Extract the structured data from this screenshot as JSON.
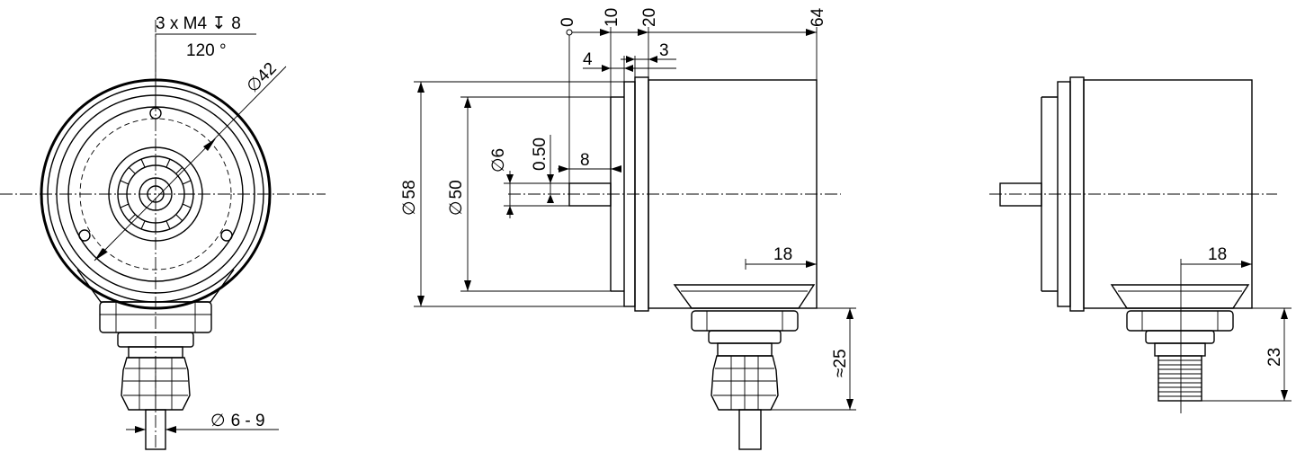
{
  "front_view": {
    "hole_spec": "3 x M4 ",
    "depth_symbol": "↧",
    "hole_depth": "8",
    "hole_angle": "120 °",
    "diameter_symbol": "∅",
    "pcd": "42",
    "cable_diameter": "6 - 9"
  },
  "side_view": {
    "dim_0": "0",
    "dim_10": "10",
    "dim_20": "20",
    "dim_64": "64",
    "dim_4": "4",
    "dim_3": "3",
    "flange_dia": "58",
    "spigot_dia": "50",
    "shaft_dia": "6",
    "dim_050": "0.50",
    "shaft_len": "8",
    "cable_offset": "18",
    "cable_len": "≈25"
  },
  "connector_view": {
    "connector_offset": "18",
    "connector_len": "23"
  }
}
